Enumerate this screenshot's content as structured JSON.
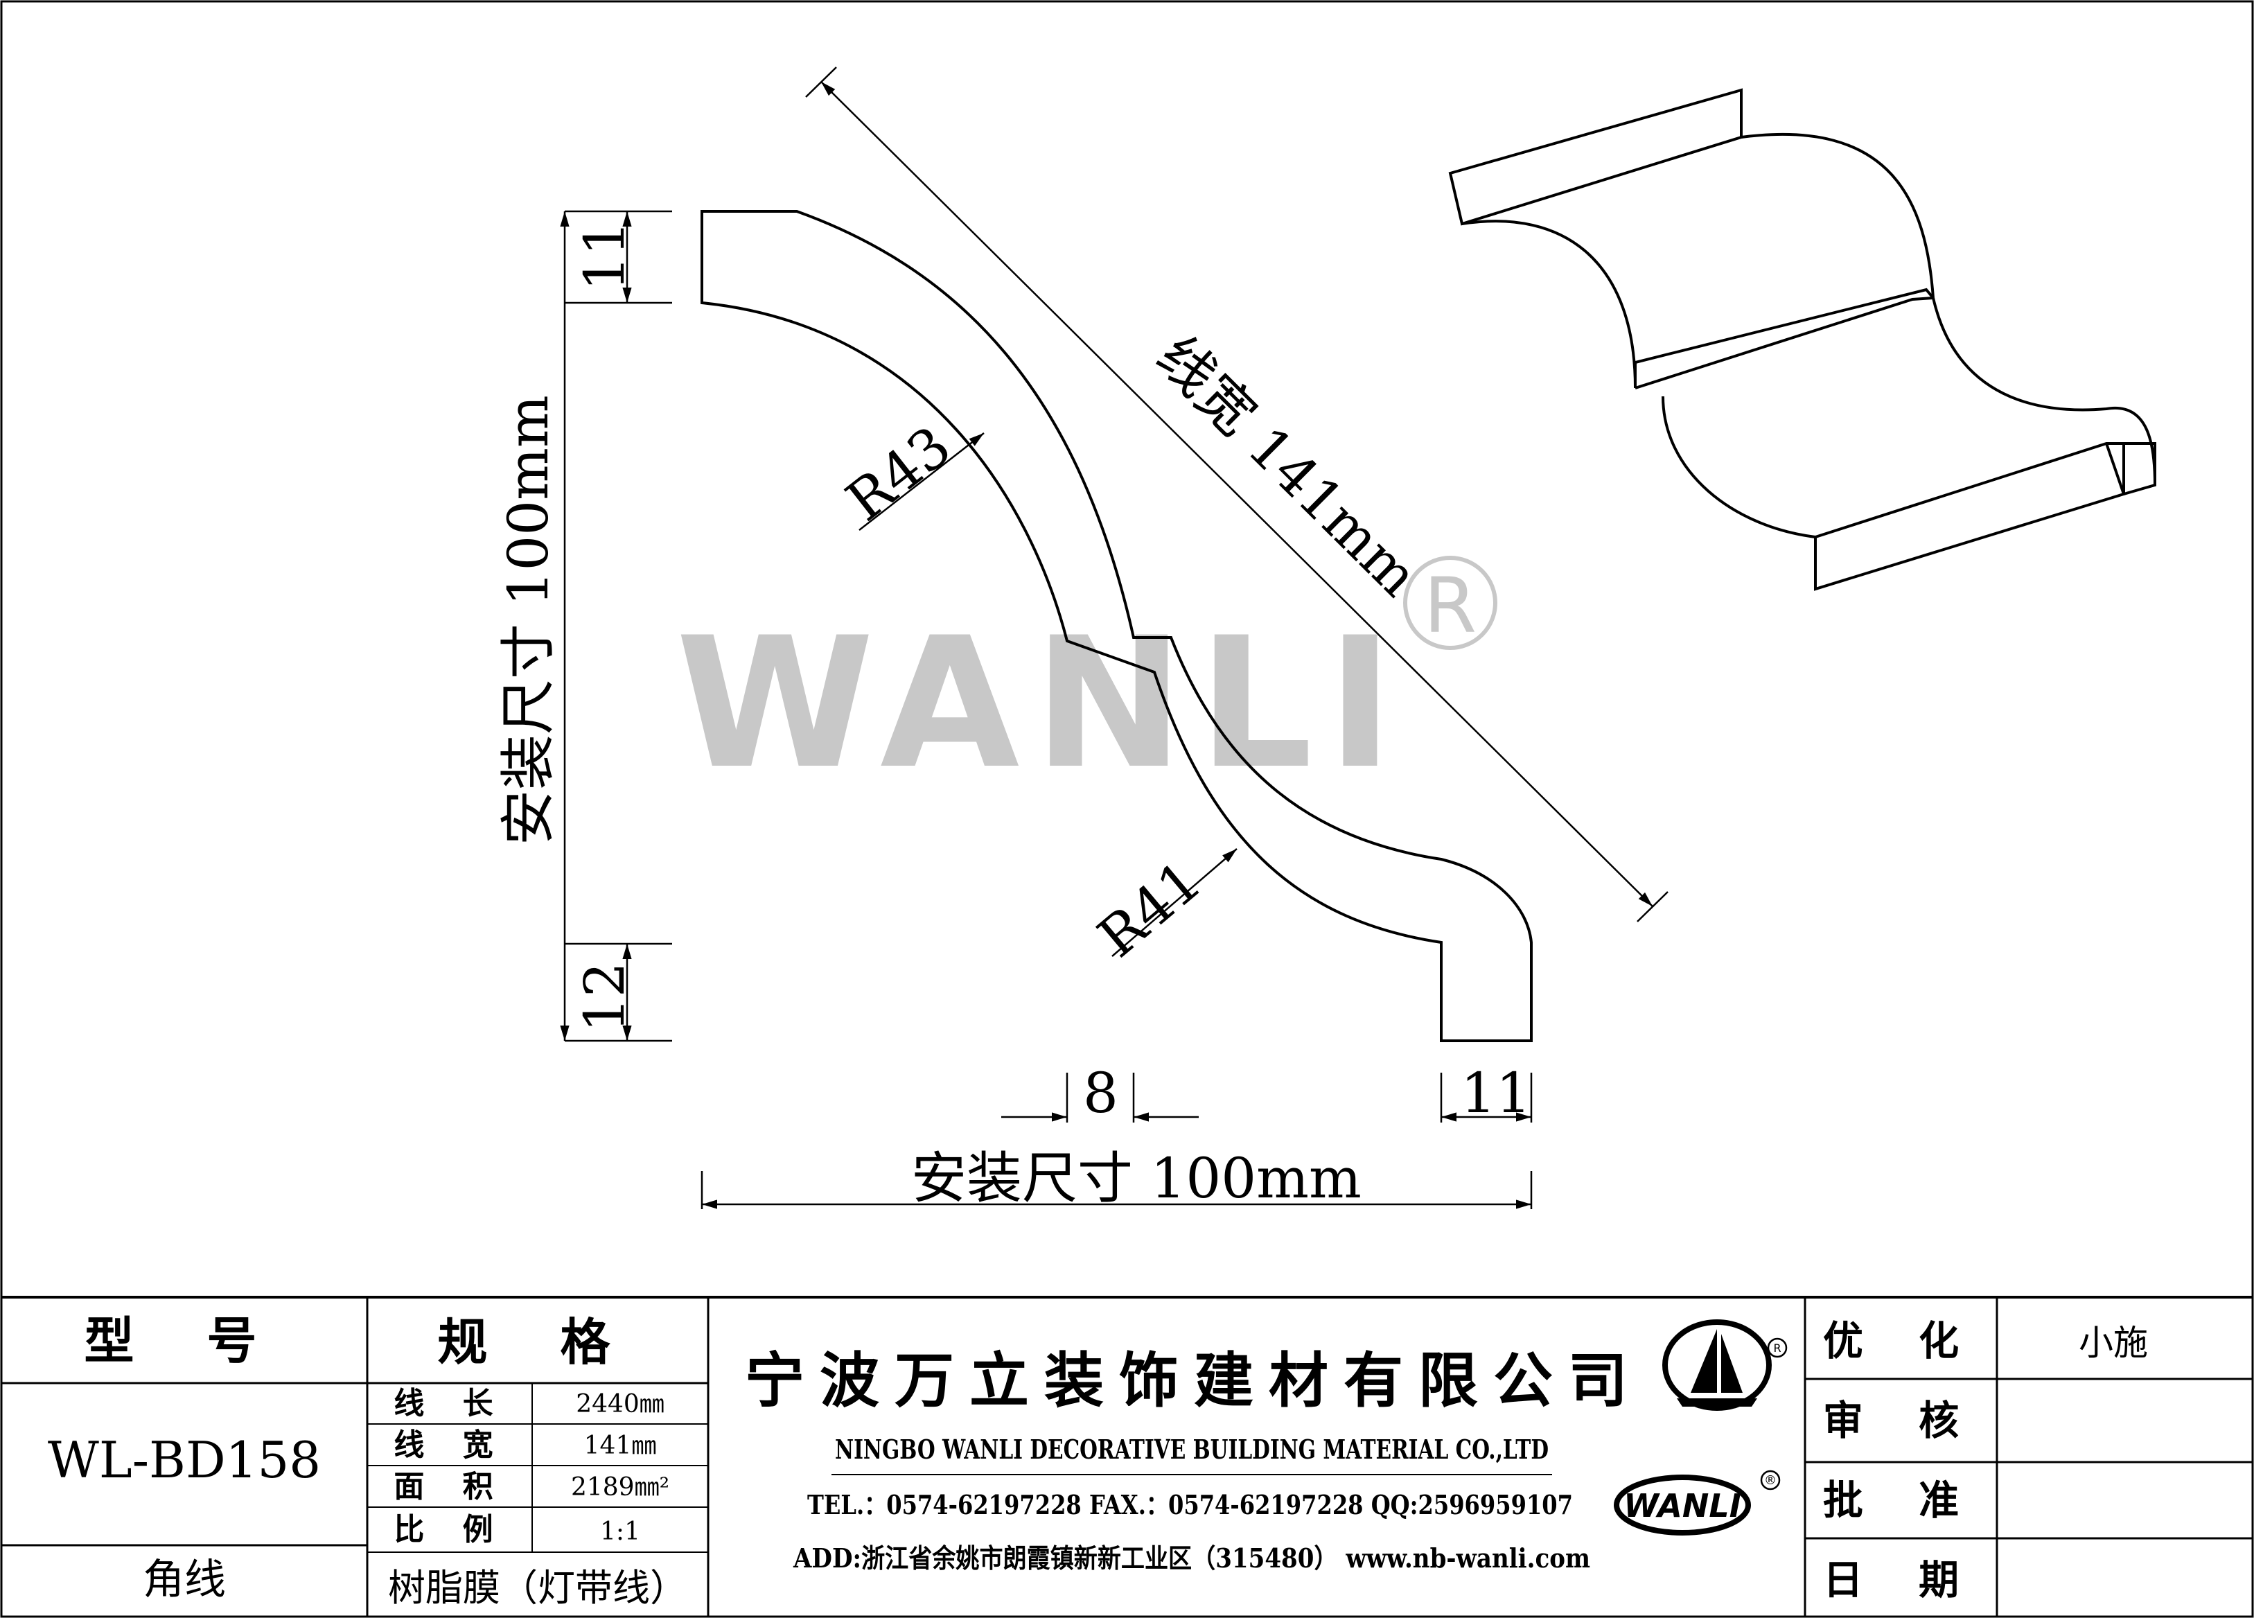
{
  "drawing": {
    "watermark": "WANLI",
    "registered_mark": "®",
    "dim_height_label": "安装尺寸 100mm",
    "dim_width_label": "安装尺寸 100mm",
    "dim_diagonal_label": "线宽 141mm",
    "dim_top_gap": "11",
    "dim_bottom_gap": "12",
    "dim_step": "8",
    "dim_foot": "11",
    "radius_upper": "R43",
    "radius_lower": "R41"
  },
  "title_block": {
    "model_header": "型 号",
    "model_value": "WL-BD158",
    "category": "角线",
    "spec_header": "规 格",
    "specs": [
      {
        "label": "线 长",
        "value": "2440㎜"
      },
      {
        "label": "线 宽",
        "value": "141㎜"
      },
      {
        "label": "面 积",
        "value": "2189㎜²"
      },
      {
        "label": "比 例",
        "value": "1:1"
      }
    ],
    "material": "树脂膜（灯带线）",
    "company_cn": "宁波万立装饰建材有限公司",
    "company_en": "NINGBO WANLI DECORATIVE BUILDING MATERIAL CO.,LTD",
    "contact": "TEL.：0574-62197228  FAX.：0574-62197228  QQ:2596959107",
    "address": "ADD:浙江省余姚市朗霞镇新新工业区（315480） www.nb-wanli.com",
    "logo_text": "WANLI",
    "logo_registered": "®",
    "approvals": [
      {
        "label": "优 化",
        "value": "小施"
      },
      {
        "label": "审 核",
        "value": ""
      },
      {
        "label": "批 准",
        "value": ""
      },
      {
        "label": "日 期",
        "value": ""
      }
    ]
  }
}
